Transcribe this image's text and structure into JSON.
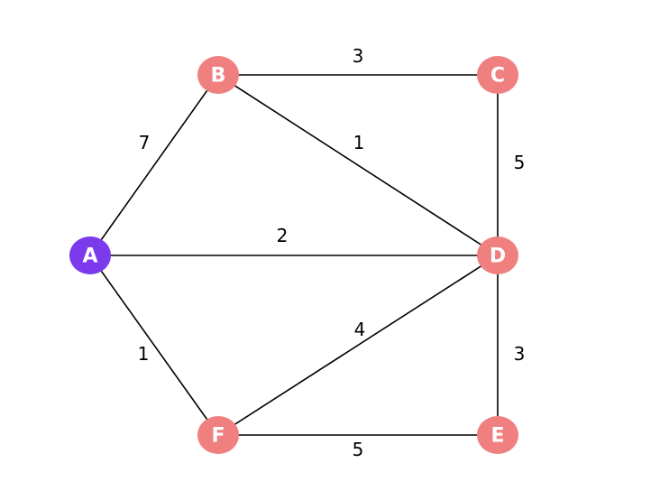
{
  "colors": {
    "start_node": "#7c3aed",
    "node": "#f08080",
    "edge": "#000000",
    "node_text": "#ffffff"
  },
  "nodes": [
    {
      "id": "A",
      "label": "A",
      "role": "start"
    },
    {
      "id": "B",
      "label": "B",
      "role": "normal"
    },
    {
      "id": "C",
      "label": "C",
      "role": "normal"
    },
    {
      "id": "D",
      "label": "D",
      "role": "normal"
    },
    {
      "id": "E",
      "label": "E",
      "role": "normal"
    },
    {
      "id": "F",
      "label": "F",
      "role": "normal"
    }
  ],
  "edges": [
    {
      "from": "A",
      "to": "B",
      "weight": "7"
    },
    {
      "from": "B",
      "to": "C",
      "weight": "3"
    },
    {
      "from": "B",
      "to": "D",
      "weight": "1"
    },
    {
      "from": "C",
      "to": "D",
      "weight": "5"
    },
    {
      "from": "A",
      "to": "D",
      "weight": "2"
    },
    {
      "from": "A",
      "to": "F",
      "weight": "1"
    },
    {
      "from": "F",
      "to": "D",
      "weight": "4"
    },
    {
      "from": "D",
      "to": "E",
      "weight": "3"
    },
    {
      "from": "F",
      "to": "E",
      "weight": "5"
    }
  ]
}
